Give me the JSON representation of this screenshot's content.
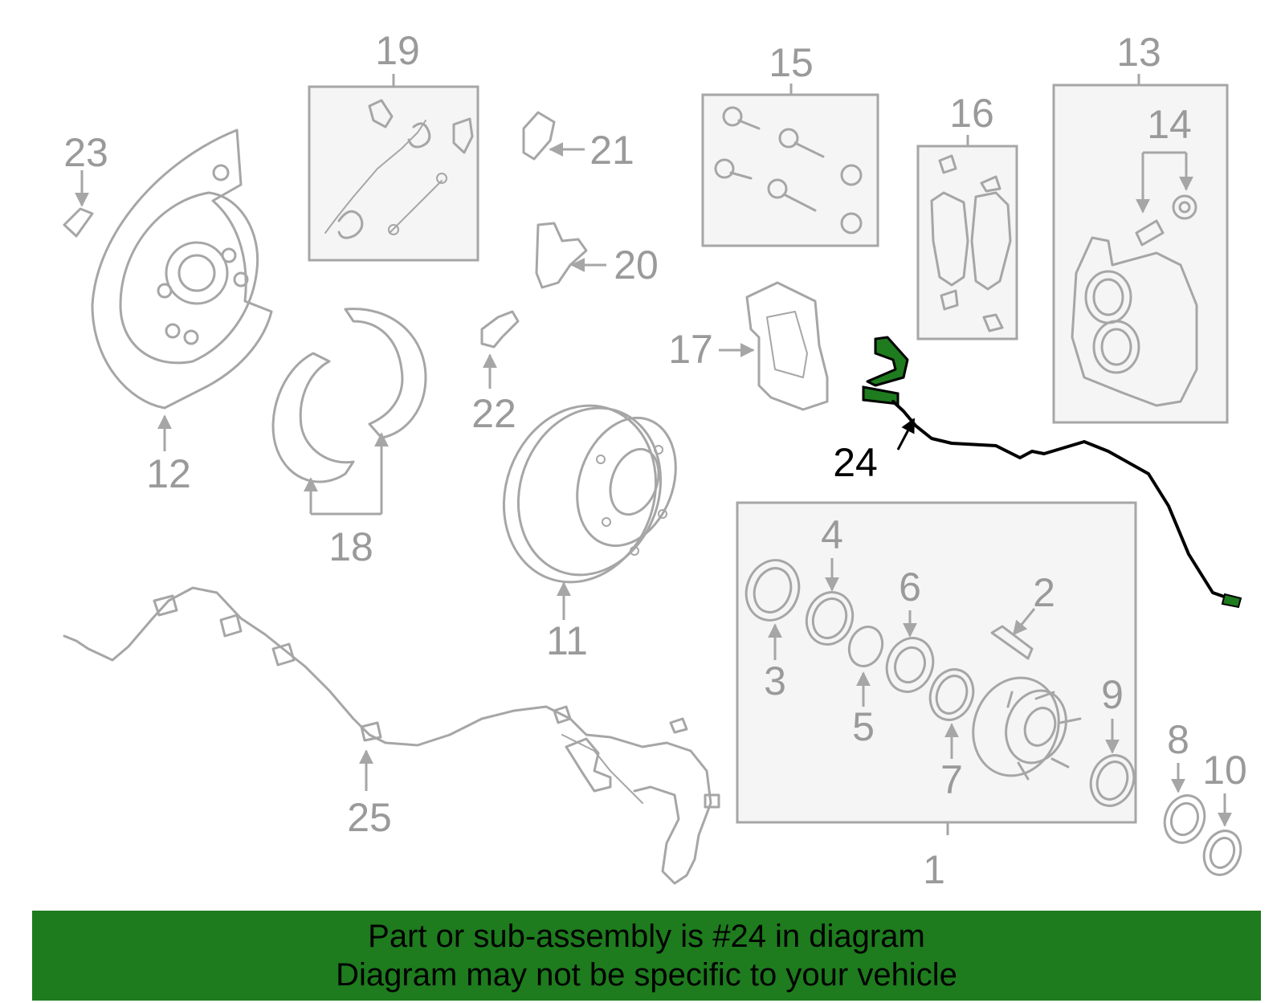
{
  "highlight_color": "#1e7b1e",
  "highlight_label": "24",
  "callouts": [
    "1",
    "2",
    "3",
    "4",
    "5",
    "6",
    "7",
    "8",
    "9",
    "10",
    "11",
    "12",
    "13",
    "14",
    "15",
    "16",
    "17",
    "18",
    "19",
    "20",
    "21",
    "22",
    "23",
    "25"
  ],
  "banner": {
    "line1": "Part or sub-assembly is #24 in diagram",
    "line2": "Diagram may not be specific to your vehicle"
  }
}
